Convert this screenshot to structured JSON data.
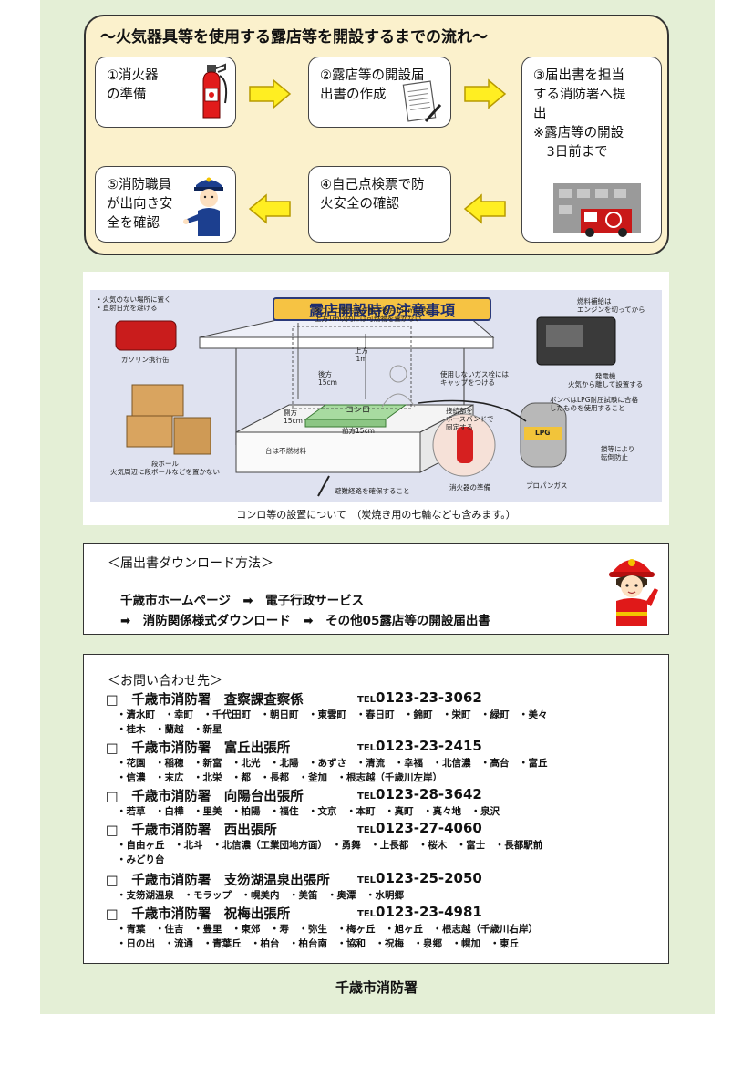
{
  "flow": {
    "title": "〜火気器具等を使用する露店等を開設するまでの流れ〜",
    "steps": [
      {
        "text": "①消火器\nの準備",
        "icon": "fire-extinguisher-icon"
      },
      {
        "text": "②露店等の開設届\n出書の作成",
        "icon": "document-pen-icon"
      },
      {
        "text": "③届出書を担当\nする消防署へ提\n出\n※露店等の開設\n　3日前まで",
        "icon": "fire-station-icon"
      },
      {
        "text": "④自己点検票で防\n火安全の確認",
        "icon": ""
      },
      {
        "text": "⑤消防職員\nが出向き安\n全を確認",
        "icon": "fire-officer-icon"
      }
    ]
  },
  "caution": {
    "title": "露店開設時の注意事項",
    "labels": {
      "fire_free": "・火気のない場所に置く\n・直射日光を避ける",
      "gas_can": "ガソリン携行缶",
      "cardboard": "段ボール\n火気周辺に段ボールなどを置かない",
      "stove_clearance": "※コンロ側方及び前方後方15cm以内、\n上方1ｍ以内には可燃物を置かない",
      "above": "上方\n1m",
      "behind": "後方\n15cm",
      "side": "側方\n15cm",
      "front": "前方15cm",
      "stove": "コンロ",
      "base": "台は不燃材料",
      "evac": "避難経路を確保すること",
      "fuel": "燃料補給は\nエンジンを切ってから",
      "generator": "発電機\n火気から離して設置する",
      "gas_cap": "使用しないガス栓には\nキャップをつける",
      "hose": "接続部を\nホースバンドで\n固定する",
      "lpg_cert": "ボンベはLPG耐圧試験に合格\nしたものを使用すること",
      "chain": "鎖等により\n転倒防止",
      "propane": "プロパンガス",
      "lpg": "LPG",
      "extinguisher": "消火器の準備"
    },
    "caption": "コンロ等の設置について　（炭焼き用の七輪なども含みます。）"
  },
  "download": {
    "heading": "＜届出書ダウンロード方法＞",
    "line1": "千歳市ホームページ　➡　電子行政サービス",
    "line2": "➡　消防関係様式ダウンロード　➡　その他05露店等の開設届出書"
  },
  "contacts": {
    "heading": "＜お問い合わせ先＞",
    "offices": [
      {
        "name": "□　千歳市消防署　査察課査察係",
        "tel_prefix": "TEL",
        "tel": "0123-23-3062",
        "areas": [
          "・清水町　・幸町　・千代田町　・朝日町　・東雲町　・春日町　・錦町　・栄町　・緑町　・美々",
          "・桂木　・蘭越　・新星"
        ]
      },
      {
        "name": "□　千歳市消防署　富丘出張所",
        "tel_prefix": "TEL",
        "tel": "0123-23-2415",
        "areas": [
          "・花園　・稲穂　・新富　・北光　・北陽　・あずさ　・清流　・幸福　・北信濃　・高台　・富丘",
          "・信濃　・末広　・北栄　・都　・長都　・釜加　・根志越（千歳川左岸）"
        ]
      },
      {
        "name": "□　千歳市消防署　向陽台出張所",
        "tel_prefix": "TEL",
        "tel": "0123-28-3642",
        "areas": [
          "・若草　・白樺　・里美　・柏陽　・福住　・文京　・本町　・真町　・真々地　・泉沢"
        ]
      },
      {
        "name": "□　千歳市消防署　西出張所",
        "tel_prefix": "TEL",
        "tel": "0123-27-4060",
        "areas": [
          "・自由ヶ丘　・北斗　・北信濃（工業団地方面）　・勇舞　・上長都　・桜木　・富士　・長都駅前",
          "・みどり台"
        ]
      },
      {
        "name": "□　千歳市消防署　支笏湖温泉出張所",
        "tel_prefix": "TEL",
        "tel": "0123-25-2050",
        "areas": [
          "・支笏湖温泉　・モラップ　・幌美内　・美笛　・奥潭　・水明郷"
        ]
      },
      {
        "name": "□　千歳市消防署　祝梅出張所",
        "tel_prefix": "TEL",
        "tel": "0123-23-4981",
        "areas": [
          "・青葉　・住吉　・豊里　・東郊　・寿　・弥生　・梅ヶ丘　・旭ヶ丘　・根志越（千歳川右岸）",
          "・日の出　・流通　・青葉丘　・柏台　・柏台南　・協和　・祝梅　・泉郷　・幌加　・東丘"
        ]
      }
    ]
  },
  "footer": {
    "org": "千歳市消防署"
  },
  "colors": {
    "page_bg": "#e4efd6",
    "flow_panel": "#fbf1cc",
    "arrow_yellow": "#ffee22",
    "caution_bg": "#dfe2f0"
  }
}
